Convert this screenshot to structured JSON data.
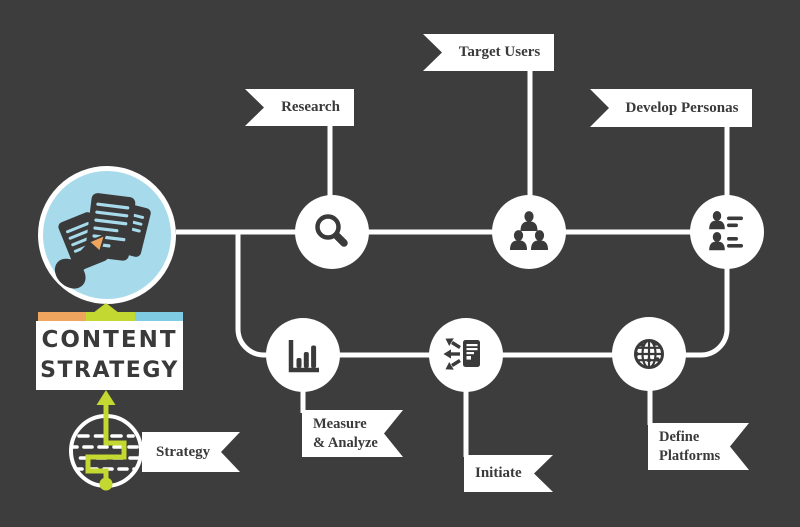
{
  "background_color": "#3e3d3d",
  "colors": {
    "line": "#ffffff",
    "ink": "#3a3a3a",
    "node_fill": "#ffffff",
    "hub_circle": "#a7dbec",
    "accent_orange": "#f0a55f",
    "accent_green": "#c3d830",
    "accent_blue": "#7fcbe4"
  },
  "hub": {
    "title_line1": "CONTENT",
    "title_line2": "STRATEGY",
    "icon": "documents-pencil-icon",
    "stripe_colors": [
      "#f0a55f",
      "#c3d830",
      "#7fcbe4"
    ]
  },
  "strategy_badge": {
    "label": "Strategy",
    "icon": "route-map-icon",
    "accent_color": "#c3d830"
  },
  "steps": [
    {
      "id": "research",
      "label": "Research",
      "icon": "magnifier-icon",
      "row": "top"
    },
    {
      "id": "target-users",
      "label": "Target Users",
      "icon": "people-group-icon",
      "row": "top"
    },
    {
      "id": "develop-personas",
      "label": "Develop Personas",
      "icon": "persona-list-icon",
      "row": "top"
    },
    {
      "id": "measure-analyze",
      "label_line1": "Measure",
      "label_line2": "& Analyze",
      "icon": "bar-chart-icon",
      "row": "bottom"
    },
    {
      "id": "initiate",
      "label": "Initiate",
      "icon": "share-document-icon",
      "row": "bottom"
    },
    {
      "id": "define-platforms",
      "label_line1": "Define",
      "label_line2": "Platforms",
      "icon": "globe-icon",
      "row": "bottom"
    }
  ]
}
